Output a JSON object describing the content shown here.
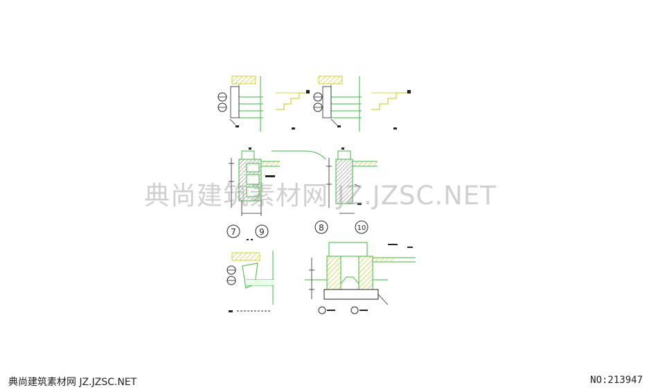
{
  "watermark": {
    "text": "典尚建筑素材网 JZ.JZSC.NET"
  },
  "footer": {
    "site": "典尚建筑素材网 JZ.JZSC.NET",
    "number": "NO:213947"
  },
  "details": {
    "marker_7": "7",
    "marker_9": "9",
    "marker_8": "8",
    "marker_10": "10"
  },
  "colors": {
    "line_green": "#3cb83c",
    "hatch_yellow": "#c8c800",
    "ink": "#222222"
  }
}
